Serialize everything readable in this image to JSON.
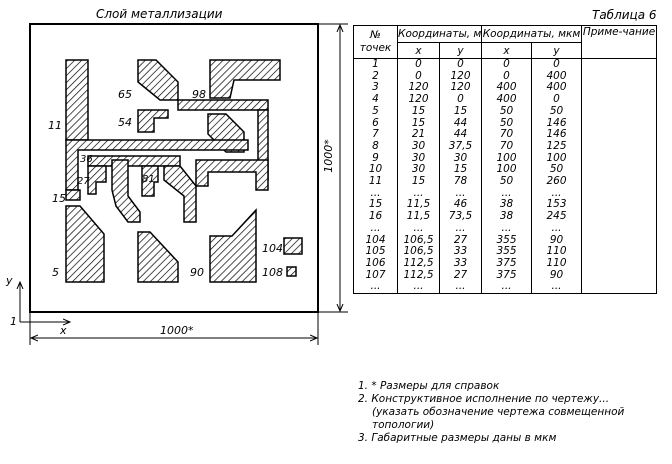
{
  "drawing": {
    "title": "Слой металлизации",
    "pad_labels": [
      "11",
      "65",
      "98",
      "54",
      "36",
      "27",
      "81",
      "15",
      "5",
      "90",
      "104",
      "108"
    ],
    "axis_y": "y",
    "axis_x": "x",
    "origin_label": "1",
    "width_dim": "1000*",
    "height_dim": "1000*"
  },
  "table": {
    "caption": "Таблица 6",
    "headers": {
      "num": "№ точек",
      "coord_mm": "Координаты, мм",
      "coord_mkm": "Координаты, мкм",
      "note": "Приме-чание",
      "x": "x",
      "y": "y"
    },
    "rows": [
      [
        "1",
        "0",
        "0",
        "0",
        "0"
      ],
      [
        "2",
        "0",
        "120",
        "0",
        "400"
      ],
      [
        "3",
        "120",
        "120",
        "400",
        "400"
      ],
      [
        "4",
        "120",
        "0",
        "400",
        "0"
      ],
      [
        "5",
        "15",
        "15",
        "50",
        "50"
      ],
      [
        "6",
        "15",
        "44",
        "50",
        "146"
      ],
      [
        "7",
        "21",
        "44",
        "70",
        "146"
      ],
      [
        "8",
        "30",
        "37,5",
        "70",
        "125"
      ],
      [
        "9",
        "30",
        "30",
        "100",
        "100"
      ],
      [
        "10",
        "30",
        "15",
        "100",
        "50"
      ],
      [
        "11",
        "15",
        "78",
        "50",
        "260"
      ],
      [
        "...",
        "...",
        "...",
        "...",
        "..."
      ],
      [
        "15",
        "11,5",
        "46",
        "38",
        "153"
      ],
      [
        "16",
        "11,5",
        "73,5",
        "38",
        "245"
      ],
      [
        "...",
        "...",
        "...",
        "...",
        "..."
      ],
      [
        "104",
        "106,5",
        "27",
        "355",
        "90"
      ],
      [
        "105",
        "106,5",
        "33",
        "355",
        "110"
      ],
      [
        "106",
        "112,5",
        "33",
        "375",
        "110"
      ],
      [
        "107",
        "112,5",
        "27",
        "375",
        "90"
      ],
      [
        "...",
        "...",
        "...",
        "...",
        "..."
      ]
    ]
  },
  "notes": [
    "1. * Размеры для справок",
    "2. Конструктивное исполнение по чертежу...",
    "(указать обозначение чертежа совмещенной",
    "топологии)",
    "3. Габаритные размеры даны в мкм"
  ]
}
